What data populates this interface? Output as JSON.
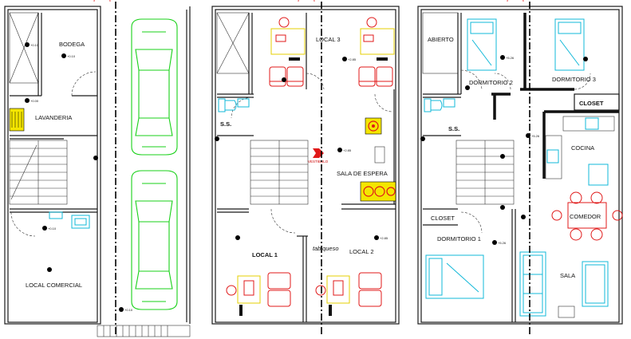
{
  "labels": {
    "bodega": "BODEGA",
    "lavanderia": "LAVANDERIA",
    "local_comercial": "LOCAL COMERCIAL",
    "local3": "LOCAL 3",
    "vestibulo": "VESTIBULO",
    "sala_espera": "SALA DE ESPERA",
    "local1": "LOCAL 1",
    "tabiqueso": "tabiqueso",
    "local2": "LOCAL 2",
    "abierto": "ABIERTO",
    "dormitorio2": "DORMITORIO 2",
    "dormitorio3": "DORMITORIO 3",
    "closet_upper": "CLOSET",
    "cocina": "COCINA",
    "closet_lower": "CLOSET",
    "comedor": "COMEDOR",
    "dormitorio1": "DORMITORIO 1",
    "sala": "SALA",
    "ss1": "S.S.",
    "ss2": "S.S."
  },
  "levels": {
    "bodega": "+0.10",
    "lavanderia": "+0.00",
    "corridor": "+0.10",
    "local_comercial": "+0.10",
    "garage": "+0.10",
    "local3": "+2.85",
    "sala_espera": "+2.85",
    "local2": "+2.85",
    "dorm2": "+5.26",
    "cocina": "+5.26",
    "dorm1": "+5.26"
  },
  "colors": {
    "car": "#19d119",
    "fixture_cyan": "#12b8d8",
    "furniture_red": "#e01919",
    "furniture_yellow": "#e6cf00"
  }
}
